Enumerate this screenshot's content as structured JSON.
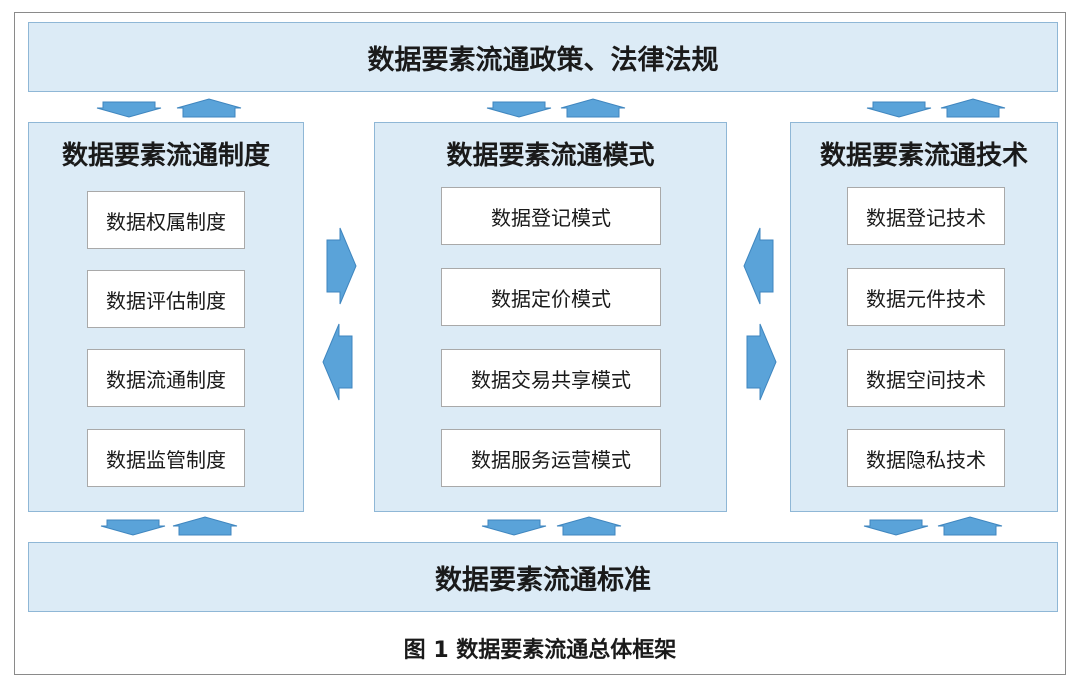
{
  "top_band": "数据要素流通政策、法律法规",
  "bottom_band": "数据要素流通标准",
  "columns": [
    {
      "title": "数据要素流通制度",
      "items": [
        "数据权属制度",
        "数据评估制度",
        "数据流通制度",
        "数据监管制度"
      ]
    },
    {
      "title": "数据要素流通模式",
      "items": [
        "数据登记模式",
        "数据定价模式",
        "数据交易共享模式",
        "数据服务运营模式"
      ]
    },
    {
      "title": "数据要素流通技术",
      "items": [
        "数据登记技术",
        "数据元件技术",
        "数据空间技术",
        "数据隐私技术"
      ]
    }
  ],
  "caption": "图 1  数据要素流通总体框架",
  "colors": {
    "panel": "#dcebf6",
    "panel_border": "#8fb7d6",
    "arrow": "#5aa3d9"
  }
}
